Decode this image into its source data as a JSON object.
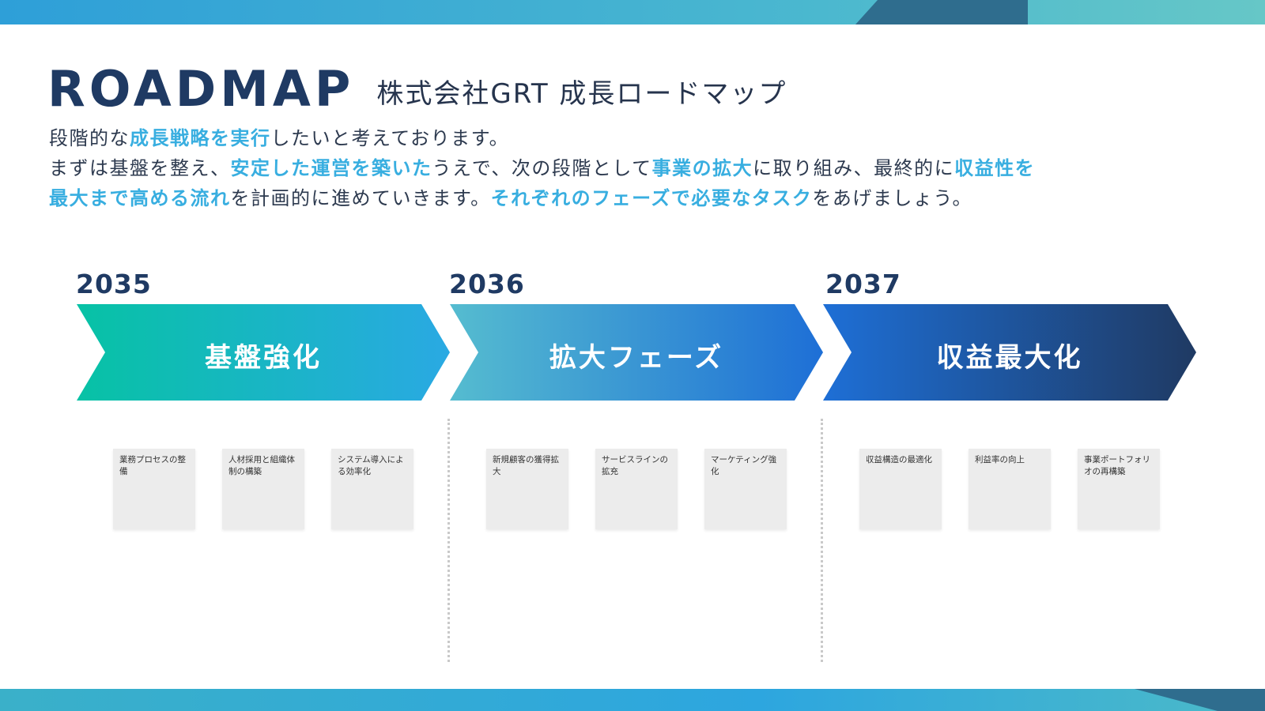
{
  "title": {
    "main": "ROADMAP",
    "sub": "株式会社GRT 成長ロードマップ"
  },
  "intro": {
    "line1": [
      {
        "text": "段階的な",
        "hl": false
      },
      {
        "text": "成長戦略を実行",
        "hl": true
      },
      {
        "text": "したいと考えております。",
        "hl": false
      }
    ],
    "line2": [
      {
        "text": "まずは基盤を整え、",
        "hl": false
      },
      {
        "text": "安定した運営を築いた",
        "hl": true
      },
      {
        "text": "うえで、次の段階として",
        "hl": false
      },
      {
        "text": "事業の拡大",
        "hl": true
      },
      {
        "text": "に取り組み、最終的に",
        "hl": false
      },
      {
        "text": "収益性を",
        "hl": true
      }
    ],
    "line3": [
      {
        "text": "最大まで高める流れ",
        "hl": true
      },
      {
        "text": "を計画的に進めていきます。",
        "hl": false
      },
      {
        "text": "それぞれのフェーズで必要なタスク",
        "hl": true
      },
      {
        "text": "をあげましょう。",
        "hl": false
      }
    ]
  },
  "phases": [
    {
      "year": "2035",
      "label": "基盤強化",
      "tasks": [
        "業務プロセスの整備",
        "人材採用と組織体制の構築",
        "システム導入による効率化"
      ]
    },
    {
      "year": "2036",
      "label": "拡大フェーズ",
      "tasks": [
        "新規顧客の獲得拡大",
        "サービスラインの拡充",
        "マーケティング強化"
      ]
    },
    {
      "year": "2037",
      "label": "収益最大化",
      "tasks": [
        "収益構造の最適化",
        "利益率の向上",
        "事業ポートフォリオの再構築"
      ]
    }
  ],
  "colors": {
    "highlight": "#38aee0",
    "title": "#1f3a63",
    "phase1": [
      "#07c2a5",
      "#2aa9e3"
    ],
    "phase2": [
      "#55bcd0",
      "#1e6fd6"
    ],
    "phase3": [
      "#1e6fd6",
      "#1f3a63"
    ]
  }
}
